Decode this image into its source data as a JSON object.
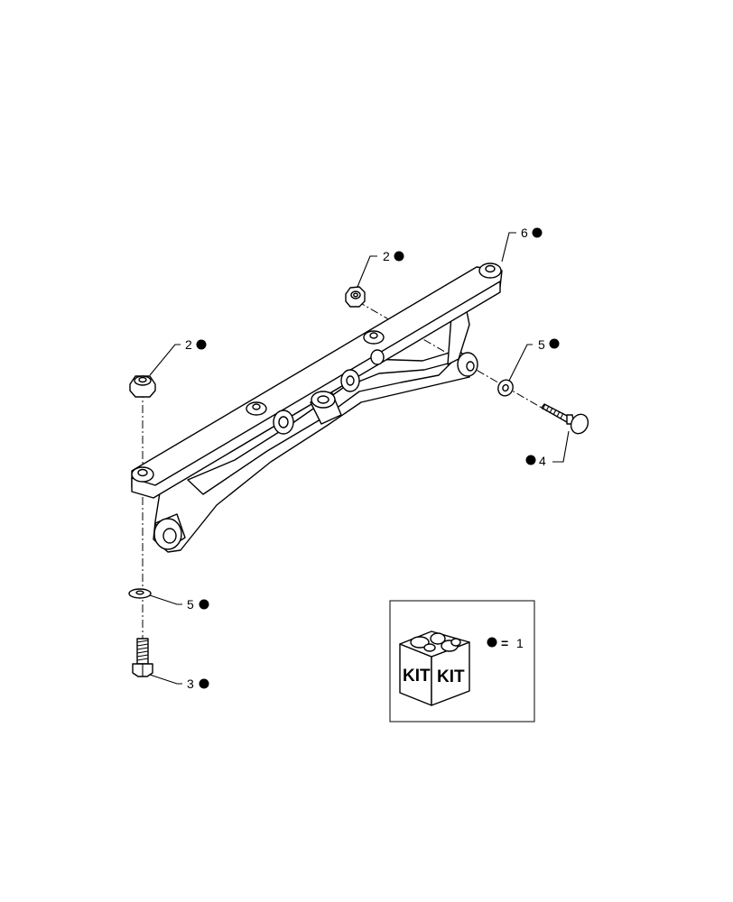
{
  "callouts": [
    {
      "id": "c-2-top",
      "num": "2"
    },
    {
      "id": "c-6",
      "num": "6"
    },
    {
      "id": "c-2-left",
      "num": "2"
    },
    {
      "id": "c-5-right",
      "num": "5"
    },
    {
      "id": "c-4",
      "num": "4"
    },
    {
      "id": "c-5-left",
      "num": "5"
    },
    {
      "id": "c-3",
      "num": "3"
    }
  ],
  "kit": {
    "label_left": "KIT",
    "label_right": "KIT",
    "equals": "=",
    "number": "1"
  }
}
